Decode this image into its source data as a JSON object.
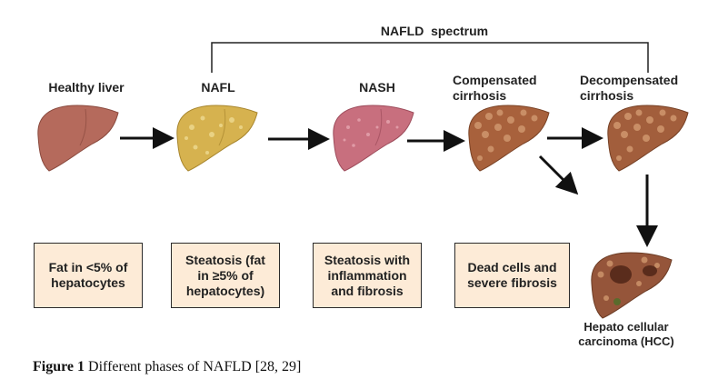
{
  "spectrum": {
    "label": "NAFLD  spectrum"
  },
  "stages": [
    {
      "id": "healthy",
      "label": "Healthy liver",
      "color": "#b56a5c"
    },
    {
      "id": "nafl",
      "label": "NAFL",
      "color": "#d6b24f"
    },
    {
      "id": "nash",
      "label": "NASH",
      "color": "#c86f7e"
    },
    {
      "id": "compensated",
      "label": "Compensated\ncirrhosis",
      "color": "#a8613c"
    },
    {
      "id": "decompensated",
      "label": "Decompensated\ncirrhosis",
      "color": "#a25e3c"
    },
    {
      "id": "hcc",
      "label": "Hepato cellular\ncarcinoma (HCC)",
      "color": "#95553a"
    }
  ],
  "boxes": [
    {
      "id": "box-healthy",
      "text": "Fat in <5% of\nhepatocytes"
    },
    {
      "id": "box-nafl",
      "text": "Steatosis (fat\nin ≥5% of\nhepatocytes)"
    },
    {
      "id": "box-nash",
      "text": "Steatosis with\ninflammation\nand fibrosis"
    },
    {
      "id": "box-compensated",
      "text": "Dead cells and\nsevere fibrosis"
    }
  ],
  "caption": {
    "prefix": "Figure 1",
    "text": " Different phases of NAFLD [28, 29]"
  },
  "colors": {
    "box_fill": "#fdebd7",
    "box_border": "#2b2b2b",
    "arrow": "#111111"
  }
}
